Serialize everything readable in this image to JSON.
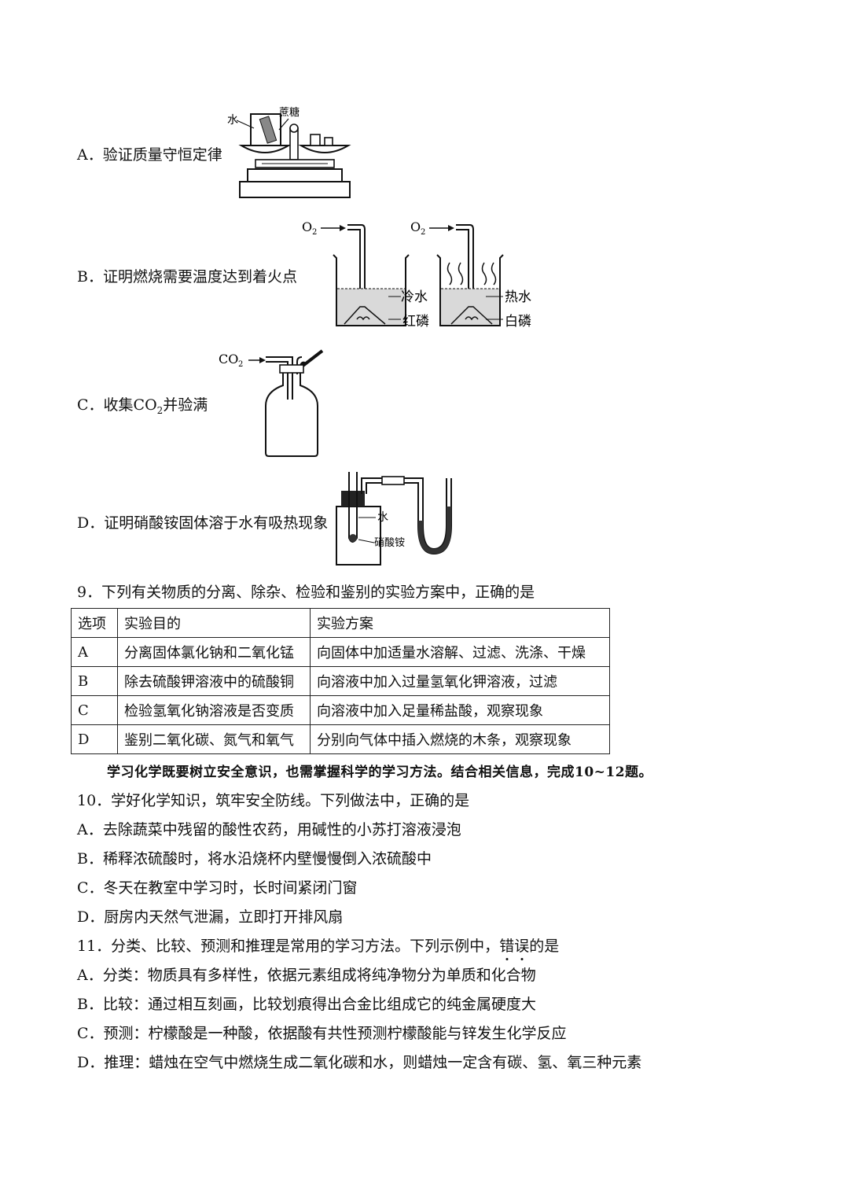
{
  "q8_options": {
    "A": {
      "label": "A．验证质量守恒定律",
      "fig_water": "水",
      "fig_sugar": "蔗糖"
    },
    "B": {
      "label": "B．证明燃烧需要温度达到着火点",
      "o2": "O",
      "o2_sub": "2",
      "cold_water": "冷水",
      "red_p": "红磷",
      "hot_water": "热水",
      "white_p": "白磷"
    },
    "C": {
      "label_pre": "C．收集CO",
      "label_sub": "2",
      "label_post": "并验满",
      "co2": "CO",
      "co2_sub": "2"
    },
    "D": {
      "label": "D．证明硝酸铵固体溶于水有吸热现象",
      "fig_water": "水",
      "fig_salt": "硝酸铵"
    }
  },
  "q9": {
    "stem": "9．下列有关物质的分离、除杂、检验和鉴别的实验方案中，正确的是",
    "headers": [
      "选项",
      "实验目的",
      "实验方案"
    ],
    "rows": [
      [
        "A",
        "分离固体氯化钠和二氧化锰",
        "向固体中加适量水溶解、过滤、洗涤、干燥"
      ],
      [
        "B",
        "除去硫酸钾溶液中的硫酸铜",
        "向溶液中加入过量氢氧化钾溶液，过滤"
      ],
      [
        "C",
        "检验氢氧化钠溶液是否变质",
        "向溶液中加入足量稀盐酸，观察现象"
      ],
      [
        "D",
        "鉴别二氧化碳、氮气和氧气",
        "分别向气体中插入燃烧的木条，观察现象"
      ]
    ]
  },
  "note": "学习化学既要树立安全意识，也需掌握科学的学习方法。结合相关信息，完成10~12题。",
  "q10": {
    "stem": "10．学好化学知识，筑牢安全防线。下列做法中，正确的是",
    "options": [
      "A．去除蔬菜中残留的酸性农药，用碱性的小苏打溶液浸泡",
      "B．稀释浓硫酸时，将水沿烧杯内壁慢慢倒入浓硫酸中",
      "C．冬天在教室中学习时，长时间紧闭门窗",
      "D．厨房内天然气泄漏，立即打开排风扇"
    ]
  },
  "q11": {
    "stem_pre": "11．分类、比较、预测和推理是常用的学习方法。下列示例中，",
    "stem_e1": "错",
    "stem_e2": "误",
    "stem_post": "的是",
    "options": [
      "A．分类：物质具有多样性，依据元素组成将纯净物分为单质和化合物",
      "B．比较：通过相互刻画，比较划痕得出合金比组成它的纯金属硬度大",
      "C．预测：柠檬酸是一种酸，依据酸有共性预测柠檬酸能与锌发生化学反应",
      "D．推理：蜡烛在空气中燃烧生成二氧化碳和水，则蜡烛一定含有碳、氢、氧三种元素"
    ]
  }
}
